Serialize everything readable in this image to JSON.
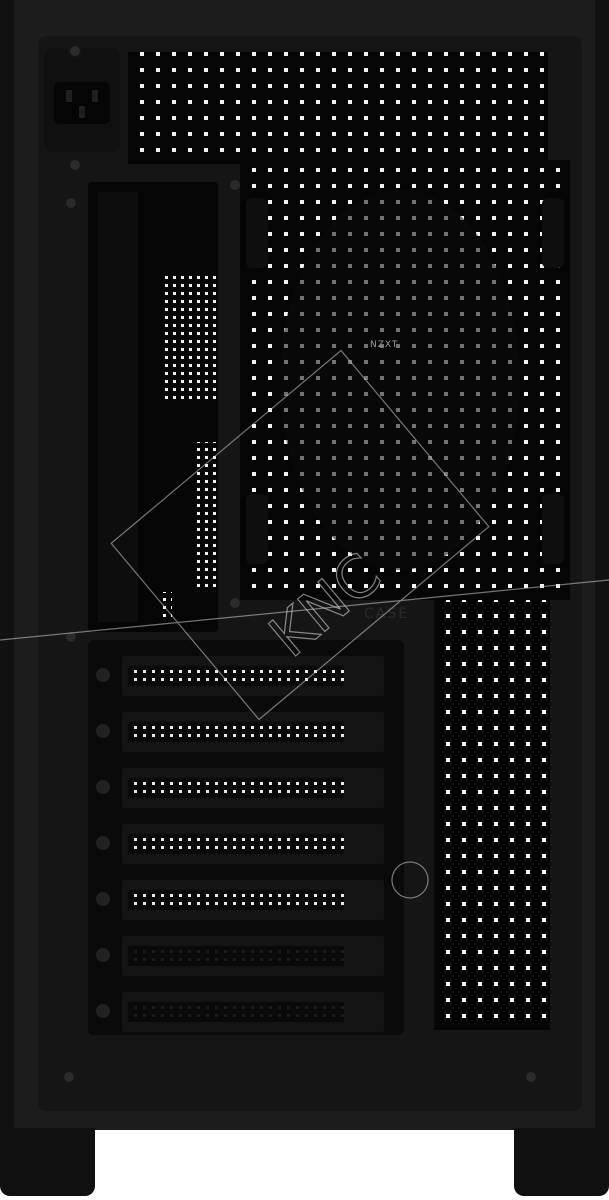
{
  "scene": {
    "subject": "computer-case-rear-view",
    "case_color": "#1c1c1c",
    "vent_color": "#050505",
    "background_color": "#ffffff"
  },
  "labels": {
    "fan_brand": "NZXT",
    "case_brand": "CASE",
    "watermark_text": "KNC"
  },
  "icons": {
    "power": "iec-power-inlet",
    "fan": "rear-exhaust-fan",
    "slots": "pcie-expansion-slot"
  },
  "pcie_slot_count": 7
}
